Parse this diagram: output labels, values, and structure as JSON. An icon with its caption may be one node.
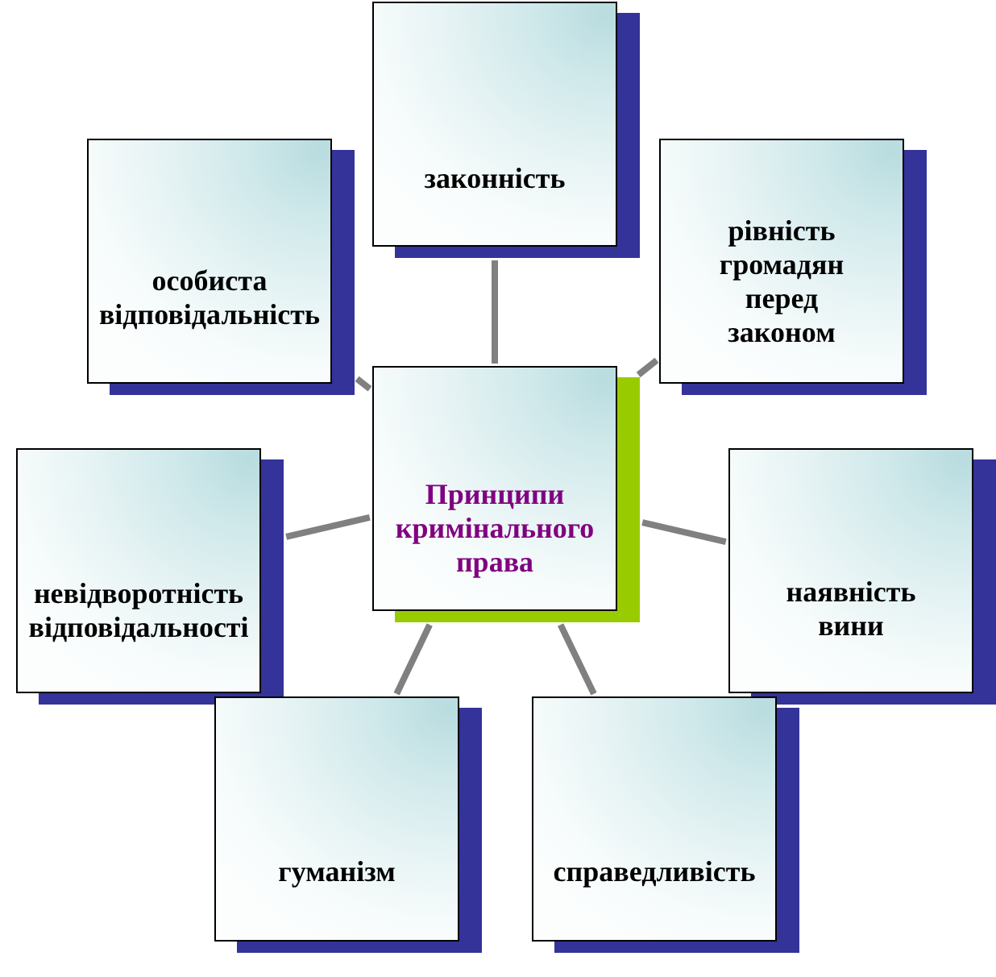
{
  "diagram": {
    "nodes": [
      {
        "text": [
          "законність"
        ]
      },
      {
        "text": [
          "особиста відповідальність"
        ]
      },
      {
        "text": [
          "рівність громадян перед законом"
        ]
      },
      {
        "text": [
          "Принципи кримінального права"
        ]
      },
      {
        "text": [
          "невідворотність відповідальності"
        ]
      },
      {
        "text": [
          "наявність вини"
        ]
      },
      {
        "text": [
          "гуманізм"
        ]
      },
      {
        "text": [
          "справедливість"
        ]
      }
    ],
    "edges": [
      {
        "from": 3,
        "to": 0,
        "arrow": "none"
      },
      {
        "from": 3,
        "to": 1,
        "arrow": "none"
      },
      {
        "from": 3,
        "to": 2,
        "arrow": "none"
      },
      {
        "from": 3,
        "to": 4,
        "arrow": "none"
      },
      {
        "from": 3,
        "to": 5,
        "arrow": "none"
      },
      {
        "from": 3,
        "to": 6,
        "arrow": "none"
      },
      {
        "from": 3,
        "to": 7,
        "arrow": "none"
      }
    ]
  }
}
